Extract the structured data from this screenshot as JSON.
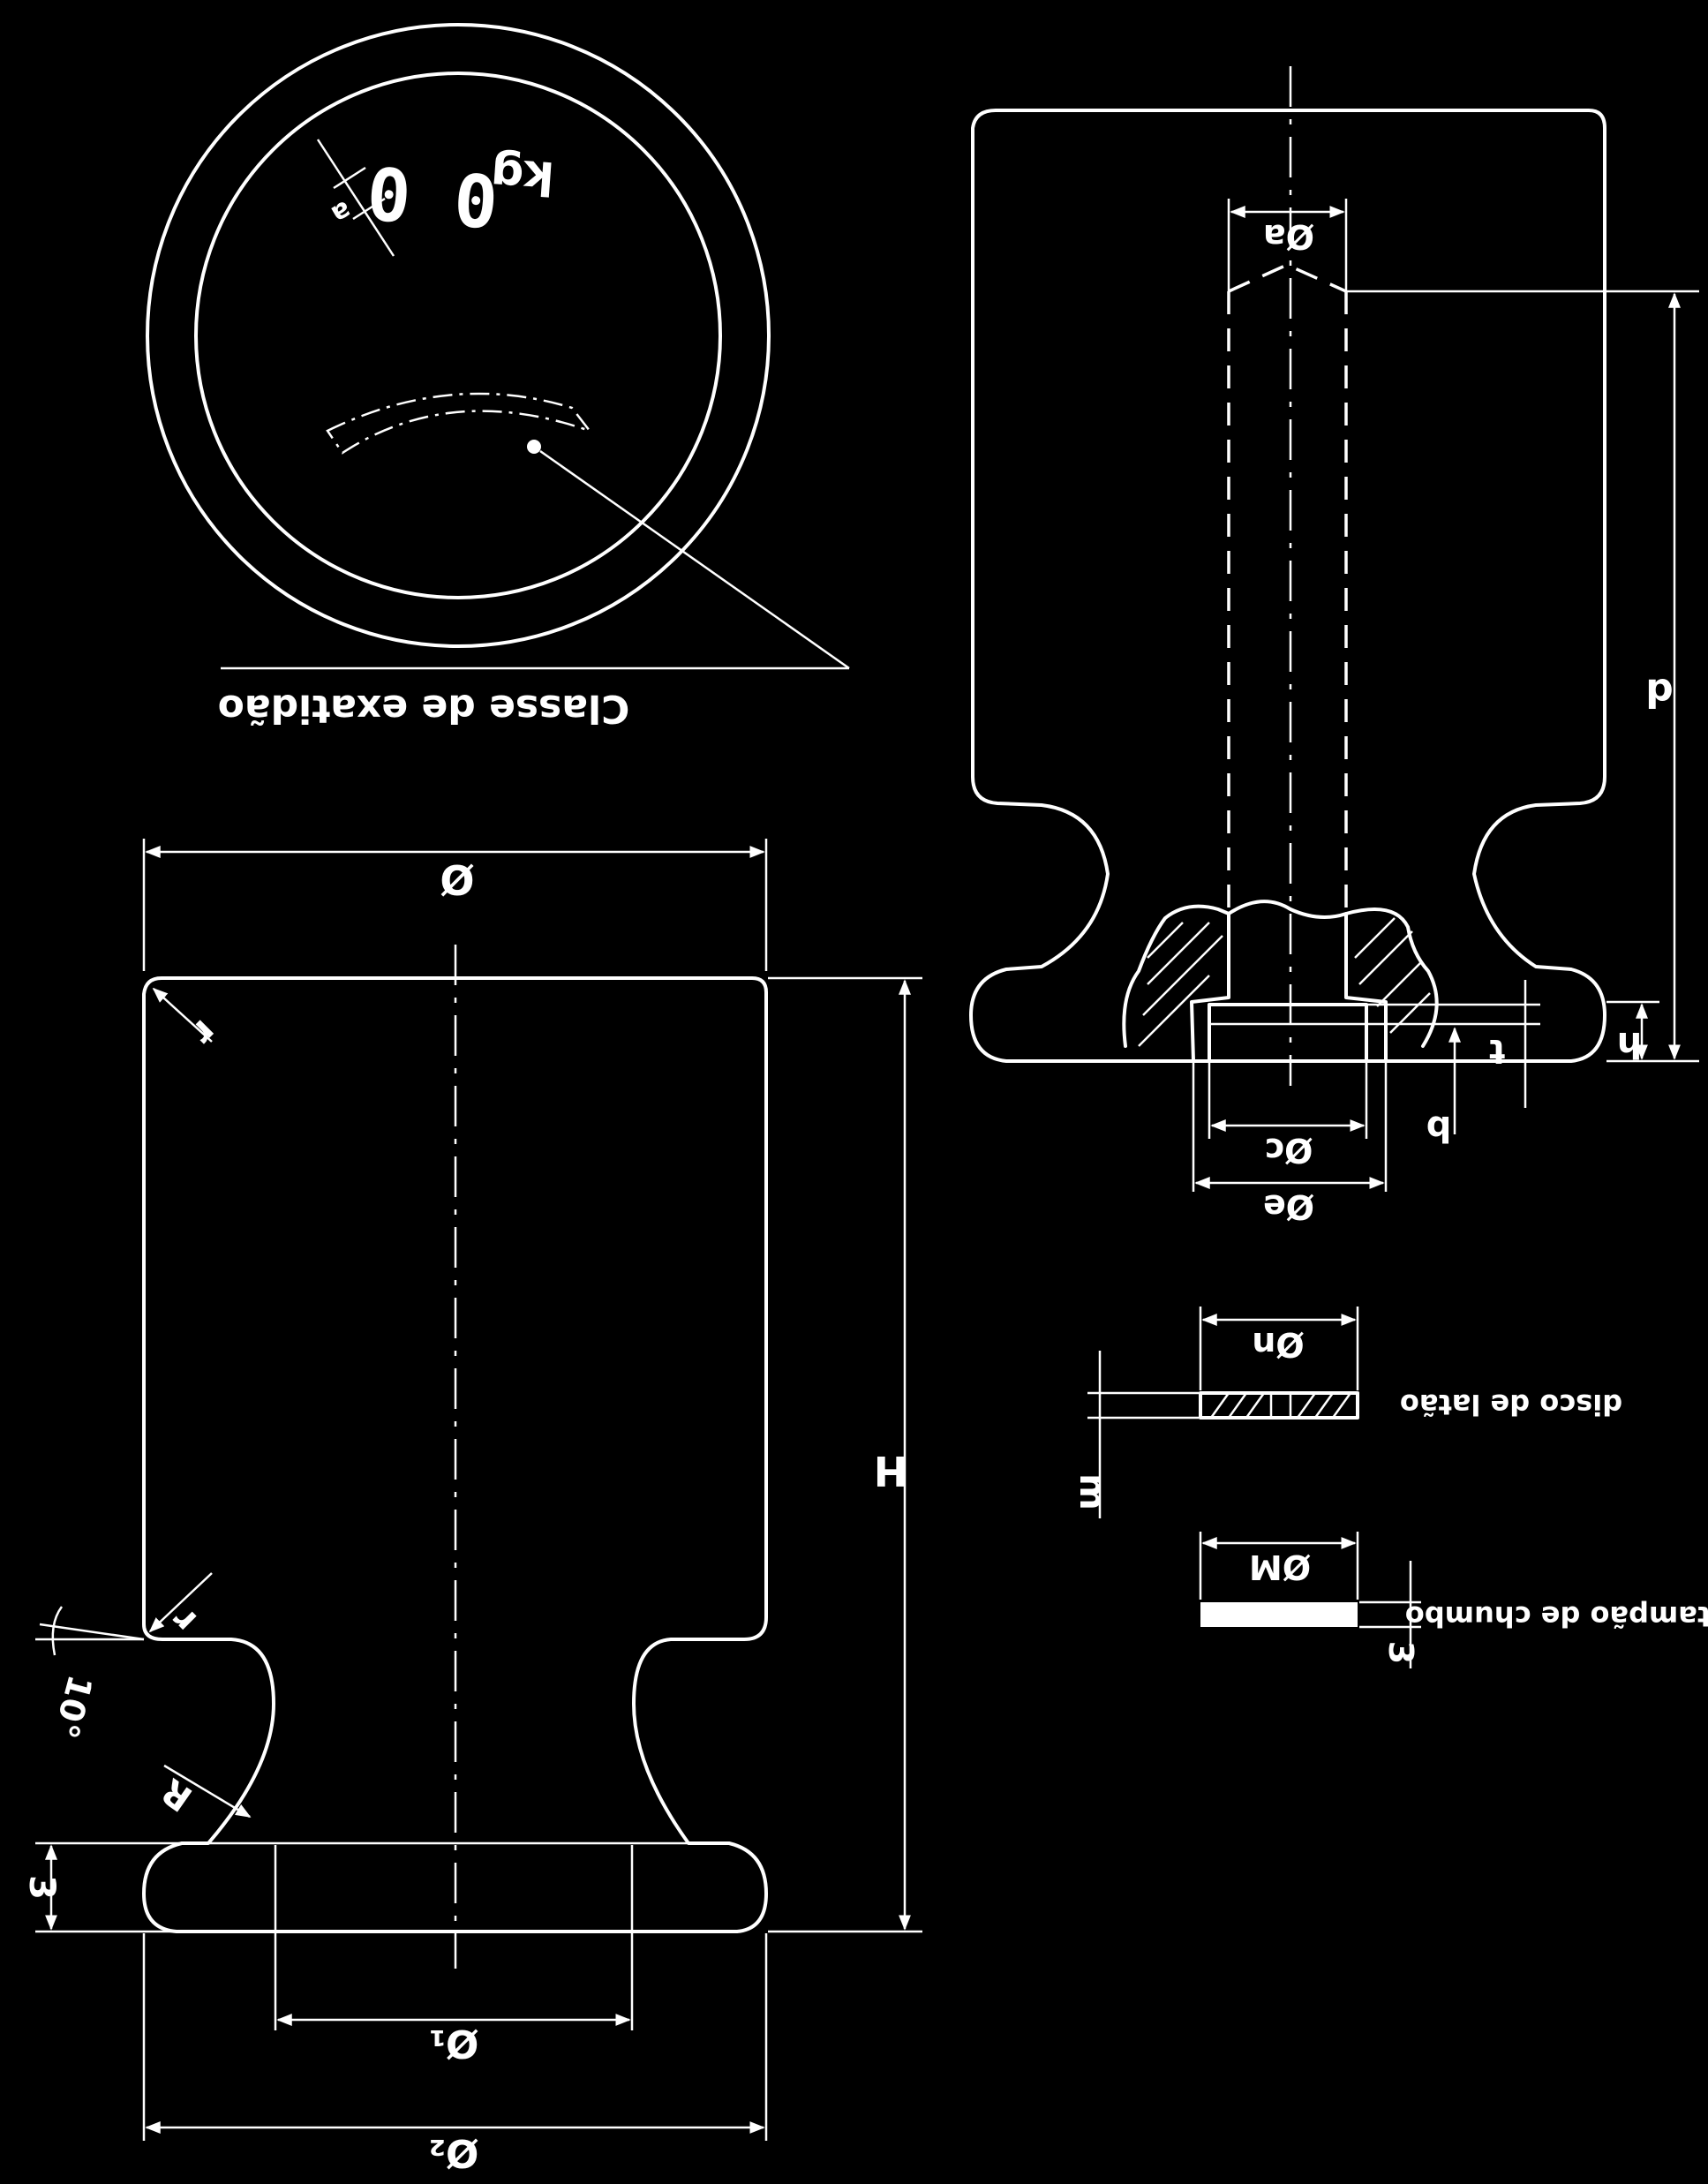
{
  "top_view": {
    "mass_value": "0 0",
    "mass_unit": "kg",
    "small_dim": "a",
    "callout": "Classe de exatidão"
  },
  "front_view": {
    "diameter": "Ø",
    "height": "H",
    "radius_top": "r",
    "radius_bottom": "r",
    "angle": "10°",
    "fillet": "R",
    "base_height": "3",
    "neck_diameter": "Ø₁",
    "base_diameter": "Ø₂"
  },
  "section_view": {
    "bore_diameter": "Øa",
    "bore_depth": "d",
    "plug_height": "h",
    "thread_length": "t",
    "counterbore_depth": "b",
    "inner_diameter": "Øc",
    "outer_diameter": "Øe"
  },
  "parts": {
    "disc_diameter": "Øn",
    "disc_thickness": "m",
    "disc_label": "disco de latão",
    "plug_diameter": "ØM",
    "plug_thickness": "3",
    "plug_label": "tampão de chumbo"
  }
}
